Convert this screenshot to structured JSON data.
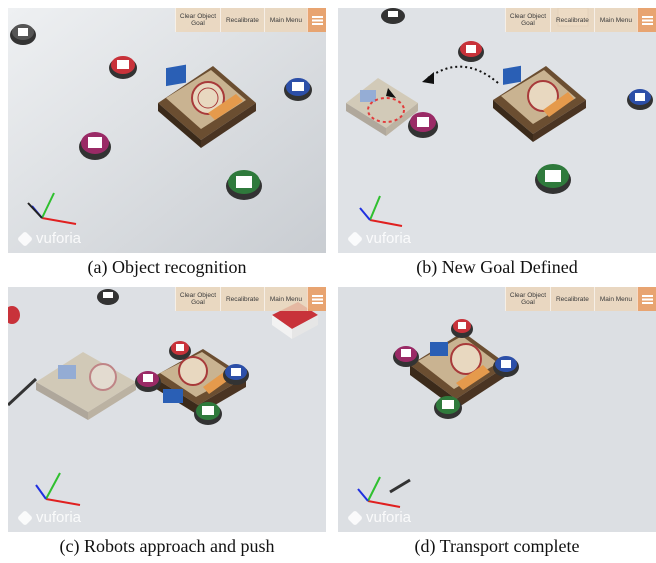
{
  "ar_toolbar": {
    "clear_goal": "Clear Object Goal",
    "recalibrate": "Recalibrate",
    "main_menu": "Main Menu"
  },
  "watermark": "vuforia",
  "panels": [
    {
      "id": "a",
      "caption": "(a) Object recognition"
    },
    {
      "id": "b",
      "caption": "(b) New Goal Defined"
    },
    {
      "id": "c",
      "caption": "(c) Robots approach and push"
    },
    {
      "id": "d",
      "caption": "(d) Transport complete"
    }
  ],
  "colors": {
    "accent_menu": "#e8a06a",
    "robot_red": "#c8323a",
    "robot_blue": "#2c4fa8",
    "robot_green": "#2f7a3c",
    "robot_magenta": "#9a2a66",
    "goal_path": "#e23b3b"
  }
}
